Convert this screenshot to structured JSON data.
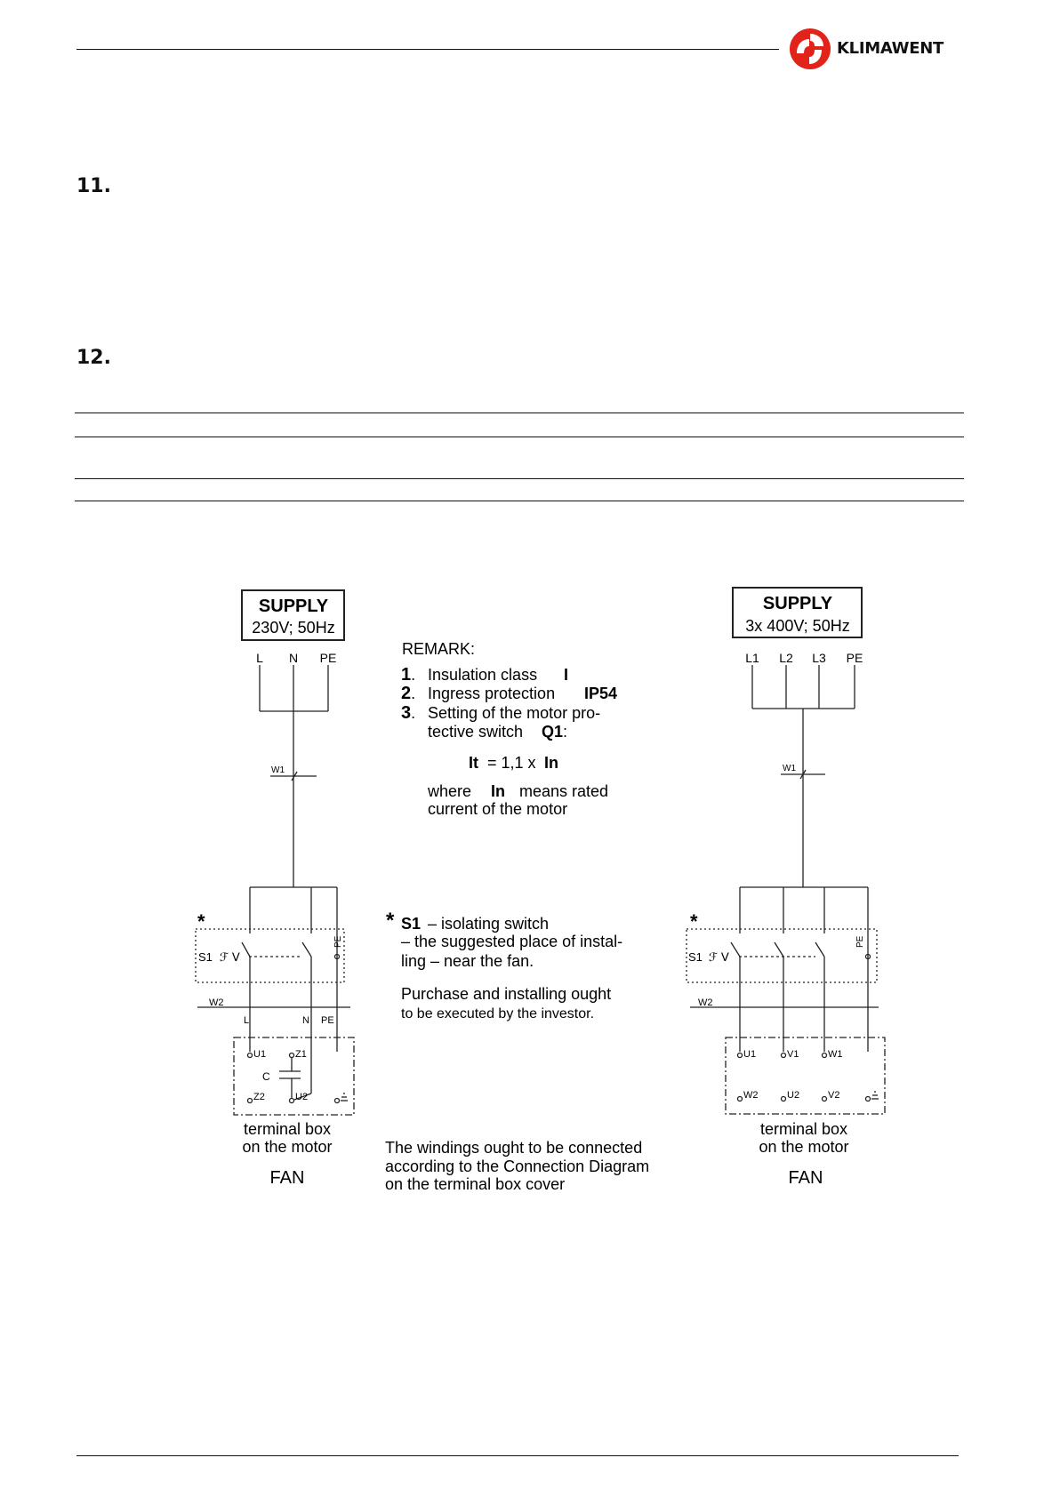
{
  "header": {
    "brand": "KLIMAWENT",
    "brand_color": "#e2231a"
  },
  "sections": {
    "s11": "11.",
    "s12": "12."
  },
  "diagram": {
    "left": {
      "supply_title": "SUPPLY",
      "supply_spec": "230V; 50Hz",
      "terminals": [
        "L",
        "N",
        "PE"
      ],
      "cable1": "W1",
      "cable2": "W2",
      "star": "*",
      "switch_label": "S1",
      "pe_label": "PE",
      "lower_labels": [
        "L",
        "N",
        "PE"
      ],
      "box_terms": [
        "U1",
        "Z1",
        "Z2",
        "U2"
      ],
      "cap_label": "C",
      "box_caption_1": "terminal box",
      "box_caption_2": "on the motor",
      "fan": "FAN"
    },
    "right": {
      "supply_title": "SUPPLY",
      "supply_spec": "3x 400V; 50Hz",
      "terminals": [
        "L1",
        "L2",
        "L3",
        "PE"
      ],
      "cable1": "W1",
      "cable2": "W2",
      "star": "*",
      "switch_label": "S1",
      "pe_label": "PE",
      "box_terms_top": [
        "U1",
        "V1",
        "W1"
      ],
      "box_terms_bottom": [
        "W2",
        "U2",
        "V2"
      ],
      "box_caption_1": "terminal box",
      "box_caption_2": "on the motor",
      "fan": "FAN"
    },
    "remark": {
      "title": "REMARK:",
      "item1_num": "1",
      "item1_text": "Insulation class",
      "item1_value": "I",
      "item2_num": "2",
      "item2_text": "Ingress protection",
      "item2_value": "IP54",
      "item3_num": "3",
      "item3_line1": "Setting of the motor pro-",
      "item3_line2": "tective switch",
      "item3_value": "Q1",
      "formula_it": "It",
      "formula_mid": "= 1,1 x",
      "formula_in": "In",
      "where_1": "where",
      "where_in": "In",
      "where_2": "means rated",
      "where_3": "current of the motor"
    },
    "s1note": {
      "star": "*",
      "s1": "S1",
      "line1": "– isolating switch",
      "line2": "– the suggested place of instal-",
      "line3": "ling – near the fan.",
      "line4": "Purchase and installing ought",
      "line5": "to be executed by the investor."
    },
    "windings": {
      "line1": "The windings ought to be connected",
      "line2": "according to the Connection Diagram",
      "line3": "on the terminal box cover"
    }
  }
}
